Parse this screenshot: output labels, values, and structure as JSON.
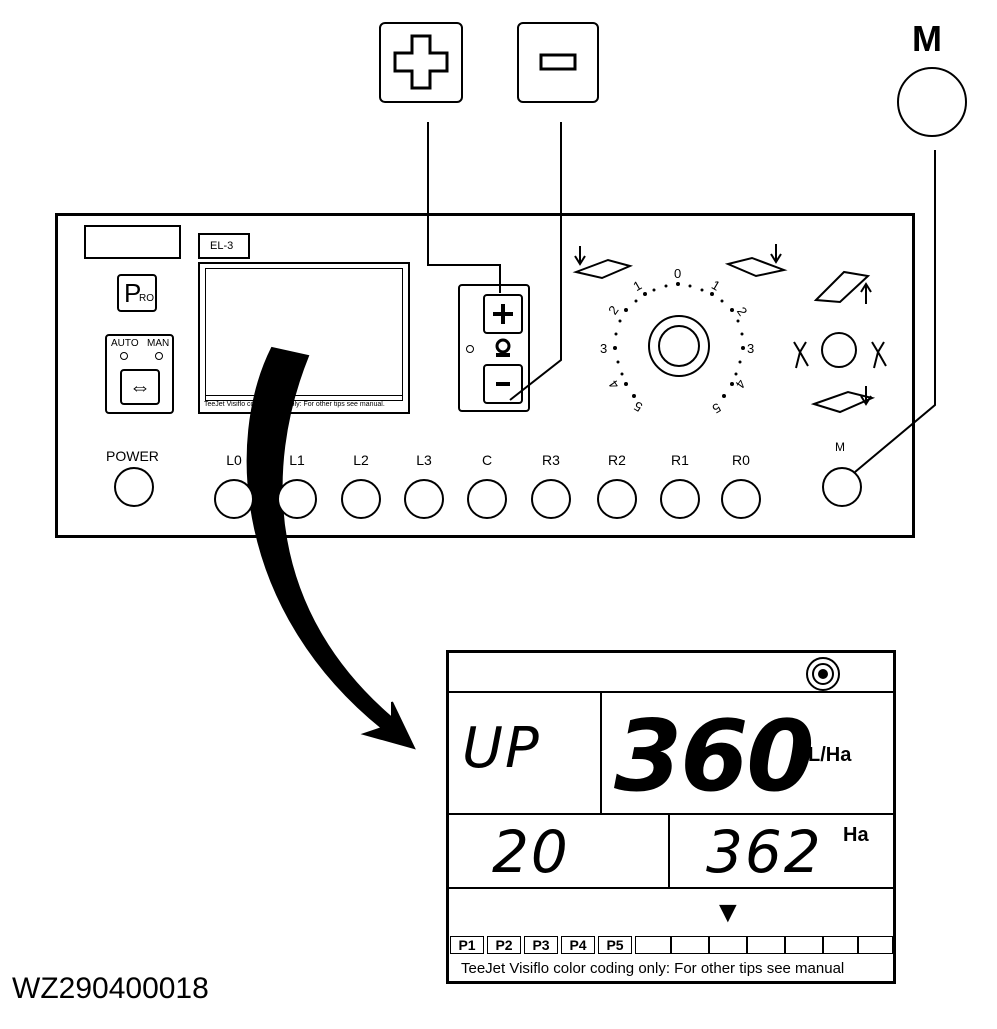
{
  "top_keys": {
    "m_label": "M"
  },
  "panel": {
    "el3_tag": "EL-3",
    "pro_main": "P",
    "pro_sub": "RO",
    "auto_label": "AUTO",
    "man_label": "MAN",
    "toggle_glyph": "⇔",
    "screen_footer": "TeeJet Visiflo color coding only: For other tips see manual.",
    "power_label": "POWER",
    "section_buttons": [
      "L0",
      "L1",
      "L2",
      "L3",
      "C",
      "R3",
      "R2",
      "R1",
      "R0"
    ],
    "m_button_label": "M",
    "dial_left_numbers": [
      "1",
      "2",
      "3",
      "4",
      "5"
    ],
    "dial_top_number": "0",
    "dial_right_numbers": [
      "1",
      "2",
      "3",
      "4",
      "5"
    ]
  },
  "lcd": {
    "mode": "UP",
    "rate_value": "360",
    "rate_unit": "L/Ha",
    "speed_value": "20",
    "area_value": "362",
    "area_unit": "Ha",
    "pointer_glyph": "▼",
    "presets": [
      "P1",
      "P2",
      "P3",
      "P4",
      "P5"
    ],
    "footer": "TeeJet Visiflo color coding only: For other tips see manual"
  },
  "caption": "WZ290400018"
}
